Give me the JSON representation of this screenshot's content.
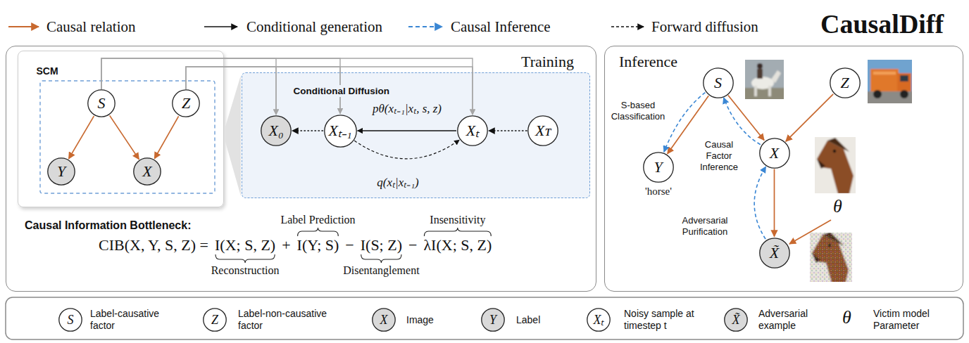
{
  "diagram": {
    "title": "CausalDiff",
    "nodes": [
      {
        "text": [
          "Training"
        ]
      },
      {
        "text": [
          "SCM"
        ],
        "in": 0
      },
      {
        "text": [
          "S"
        ],
        "in": 1
      },
      {
        "text": [
          "Z"
        ],
        "in": 1
      },
      {
        "text": [
          "Y"
        ],
        "in": 1
      },
      {
        "text": [
          "X"
        ],
        "in": 1
      },
      {
        "text": [
          "Conditional Diffusion"
        ],
        "in": 0
      },
      {
        "text": [
          "X₀"
        ],
        "in": 6
      },
      {
        "text": [
          "Xₜ₋₁"
        ],
        "in": 6
      },
      {
        "text": [
          "Xₜ"
        ],
        "in": 6
      },
      {
        "text": [
          "Xᴛ"
        ],
        "in": 6
      },
      {
        "text": [
          "Inference"
        ]
      },
      {
        "text": [
          "S"
        ],
        "in": 11
      },
      {
        "text": [
          "Z"
        ],
        "in": 11
      },
      {
        "text": [
          "Y"
        ],
        "in": 11
      },
      {
        "text": [
          "X"
        ],
        "in": 11
      },
      {
        "text": [
          "X̃"
        ],
        "in": 11
      },
      {
        "text": [
          "S"
        ]
      },
      {
        "text": [
          "Z"
        ]
      },
      {
        "text": [
          "X"
        ]
      },
      {
        "text": [
          "Y"
        ]
      },
      {
        "text": [
          "Xₜ"
        ]
      },
      {
        "text": [
          "X̃"
        ]
      }
    ],
    "edges": [
      {
        "from": 2,
        "to": 4,
        "arrow": "to"
      },
      {
        "from": 2,
        "to": 5,
        "arrow": "to"
      },
      {
        "from": 3,
        "to": 5,
        "arrow": "to"
      },
      {
        "from": 2,
        "to": 7,
        "arrow": "to"
      },
      {
        "from": 2,
        "to": 8,
        "arrow": "to"
      },
      {
        "from": 2,
        "to": 9,
        "arrow": "to"
      },
      {
        "from": 3,
        "to": 7,
        "arrow": "to"
      },
      {
        "from": 3,
        "to": 8,
        "arrow": "to"
      },
      {
        "from": 3,
        "to": 9,
        "arrow": "to"
      },
      {
        "from": 9,
        "to": 8,
        "label": "pθ(xₜ₋₁|xₜ, s, z)",
        "arrow": "to"
      },
      {
        "from": 8,
        "to": 7,
        "arrow": "to"
      },
      {
        "from": 10,
        "to": 9,
        "arrow": "to"
      },
      {
        "from": 8,
        "to": 9,
        "label": "q(xₜ|xₜ₋₁)",
        "arrow": "to"
      },
      {
        "from": 12,
        "to": 14,
        "arrow": "to"
      },
      {
        "from": 12,
        "to": 15,
        "arrow": "to"
      },
      {
        "from": 13,
        "to": 15,
        "arrow": "to"
      },
      {
        "from": 15,
        "to": 16,
        "arrow": "to"
      },
      {
        "from": 12,
        "to": 14,
        "label": "S-based Classification",
        "arrow": "to"
      },
      {
        "from": 15,
        "to": 12,
        "label": "Causal Factor Inference",
        "arrow": "to"
      },
      {
        "from": 16,
        "to": 15,
        "label": "Adversarial Purification",
        "arrow": "to"
      }
    ],
    "labels": [
      "Causal Information Bottleneck:",
      "CIB(X, Y, S, Z) =",
      "I(X; S, Z)",
      "+",
      "I(Y; S)",
      "−",
      "I(S; Z)",
      "−",
      "λI(X; S, Z)",
      "Label Prediction",
      "Insensitivity",
      "Reconstruction",
      "Disentanglement",
      "'horse'",
      "θ",
      "θ"
    ],
    "legend": [
      {
        "text": "Causal relation"
      },
      {
        "text": "Conditional generation"
      },
      {
        "text": "Causal Inference"
      },
      {
        "text": "Forward diffusion"
      },
      {
        "text": "Label-causative factor"
      },
      {
        "text": "Label-non-causative factor"
      },
      {
        "text": "Image"
      },
      {
        "text": "Label"
      },
      {
        "text": "Noisy sample at timestep t"
      },
      {
        "text": "Adversarial example"
      },
      {
        "text": "Victim model Parameter"
      }
    ]
  }
}
